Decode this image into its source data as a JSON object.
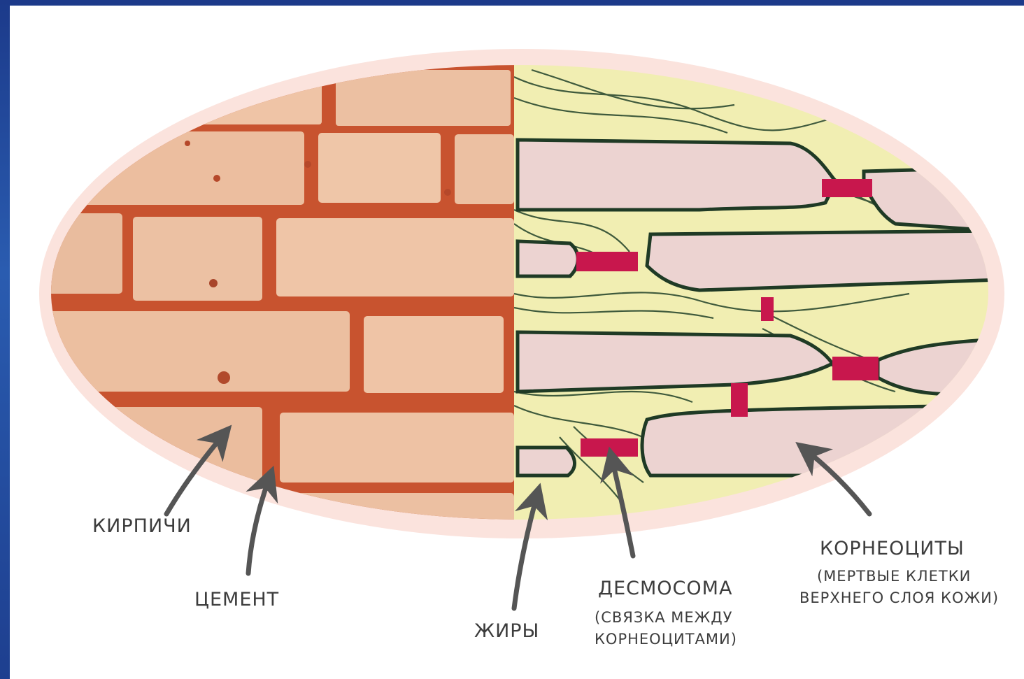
{
  "labels": {
    "bricks": "КИРПИЧИ",
    "cement": "ЦЕМЕНТ",
    "lipids": "ЖИРЫ",
    "desmosome": "ДЕСМОСОМА",
    "desmosome_note_1": "(СВЯЗКА МЕЖДУ",
    "desmosome_note_2": "КОРНЕОЦИТАМИ)",
    "corneocytes": "КОРНЕОЦИТЫ",
    "corneocytes_note_1": "(МЕРТВЫЕ КЛЕТКИ",
    "corneocytes_note_2": "ВЕРХНЕГО СЛОЯ КОЖИ)"
  },
  "colors": {
    "halo": "#fbe3dd",
    "brick": "#ecbfa0",
    "mortar": "#c8532f",
    "cell": "#ecd3d1",
    "lipid": "#f1eeb2",
    "line": "#1f3a25",
    "desmosome": "#c8174d",
    "arrow": "#555555"
  }
}
